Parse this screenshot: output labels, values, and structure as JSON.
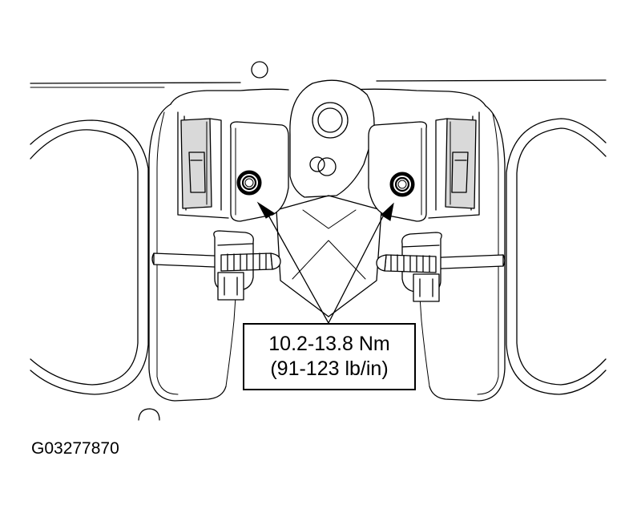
{
  "callout": {
    "line1": "10.2-13.8 Nm",
    "line2": "(91-123 lb/in)"
  },
  "figure_id": "G03277870"
}
